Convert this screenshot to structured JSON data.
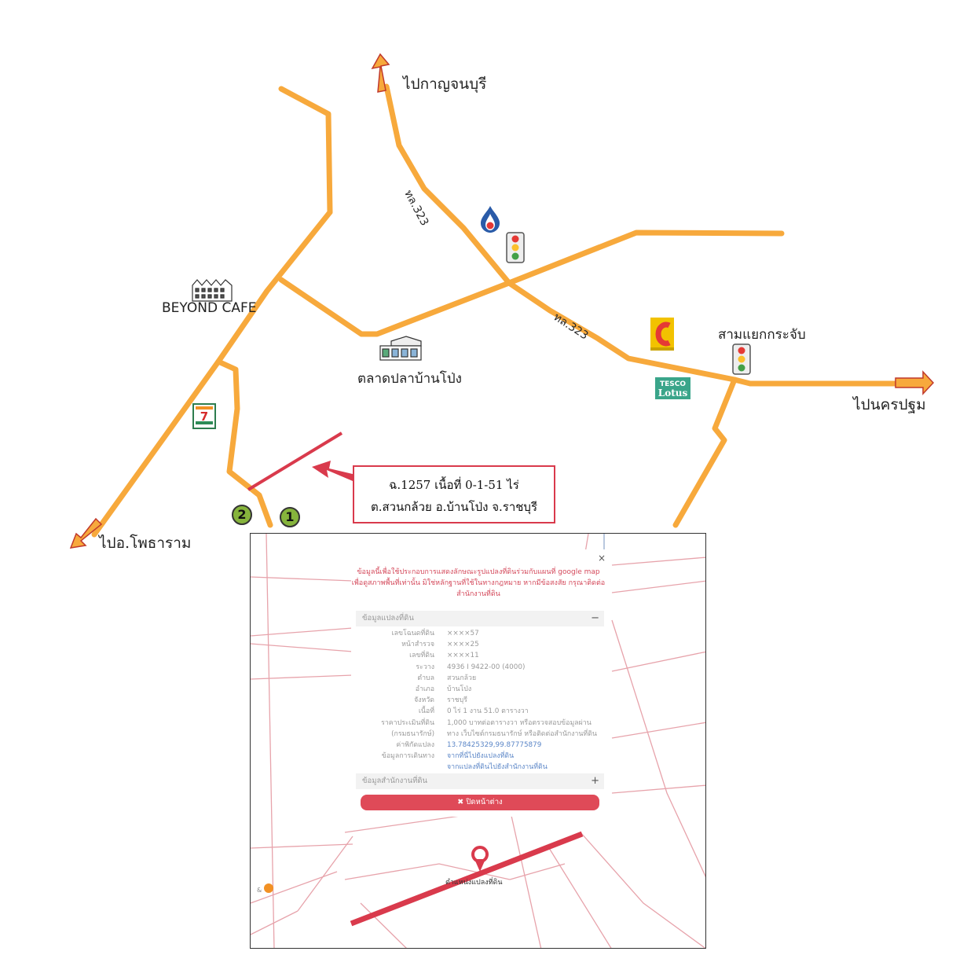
{
  "labels": {
    "to_kanchanaburi": "ไปกาญจนบุรี",
    "to_photharam": "ไปอ.โพธาราม",
    "to_nakhon_pathom": "ไปนครปฐม",
    "beyond_cafe": "BEYOND CAFE",
    "fish_market": "ตลาดปลาบ้านโป่ง",
    "samyaek_krachap": "สามแยกกระจับ",
    "road_323_north": "ทล.323",
    "road_323_east": "ทล.323"
  },
  "icons": {
    "seven_eleven": "7-eleven-icon",
    "ptt_station": "ptt-gas-station-icon",
    "traffic_light": "traffic-light-icon",
    "big_c": "big-c-icon",
    "tesco_lotus": "tesco-lotus-icon",
    "tesco_lotus_text_line1": "TESCO",
    "tesco_lotus_text_line2": "Lotus",
    "seven_eleven_text": "7"
  },
  "callout": {
    "line1": "ฉ.1257 เนื้อที่ 0-1-51 ไร่",
    "line2": "ต.สวนกล้วย อ.บ้านโป่ง จ.ราชบุรี"
  },
  "markers": {
    "one": "1",
    "two": "2"
  },
  "land_info": {
    "close_x": "×",
    "notice": "ข้อมูลนี้เพื่อใช้ประกอบการแสดงลักษณะรูปแปลงที่ดินร่วมกับแผนที่ google map เพื่อดูสภาพพื้นที่เท่านั้น มิใช่หลักฐานที่ใช้ในทางกฎหมาย หากมีข้อสงสัย กรุณาติดต่อสำนักงานที่ดิน",
    "section_parcel": "ข้อมูลแปลงที่ดิน",
    "section_parcel_toggle": "−",
    "rows": [
      {
        "key": "เลขโฉนดที่ดิน",
        "value": "××××57"
      },
      {
        "key": "หน้าสำรวจ",
        "value": "××××25"
      },
      {
        "key": "เลขที่ดิน",
        "value": "××××11"
      },
      {
        "key": "ระวาง",
        "value": "4936 I 9422-00 (4000)"
      },
      {
        "key": "ตำบล",
        "value": "สวนกล้วย"
      },
      {
        "key": "อำเภอ",
        "value": "บ้านโป่ง"
      },
      {
        "key": "จังหวัด",
        "value": "ราชบุรี"
      },
      {
        "key": "เนื้อที่",
        "value": "0 ไร่ 1 งาน 51.0 ตารางวา"
      },
      {
        "key": "ราคาประเมินที่ดิน",
        "value": "1,000 บาทต่อตารางวา หรือตรวจสอบข้อมูลผ่าน"
      },
      {
        "key": "(กรมธนารักษ์)",
        "value": "ทาง เว็บไซต์กรมธนารักษ์ หรือติดต่อสำนักงานที่ดิน"
      },
      {
        "key": "ค่าพิกัดแปลง",
        "value": "13.78425329,99.87775879"
      },
      {
        "key": "ข้อมูลการเดินทาง",
        "value": "จากที่นี่ไปยังแปลงที่ดิน"
      },
      {
        "key": "",
        "value": "จากแปลงที่ดินไปยังสำนักงานที่ดิน"
      }
    ],
    "section_office": "ข้อมูลสำนักงานที่ดิน",
    "section_office_toggle": "+",
    "close_button": "✖ ปิดหน้าต่าง",
    "pin_label": "ตำแหน่งแปลงที่ดิน"
  },
  "colors": {
    "road": "#f7a93c",
    "parcel": "#d93a4c",
    "cadastral": "#e7a3ab",
    "marker_green": "#86b43c",
    "popup_red": "#df4a58"
  }
}
